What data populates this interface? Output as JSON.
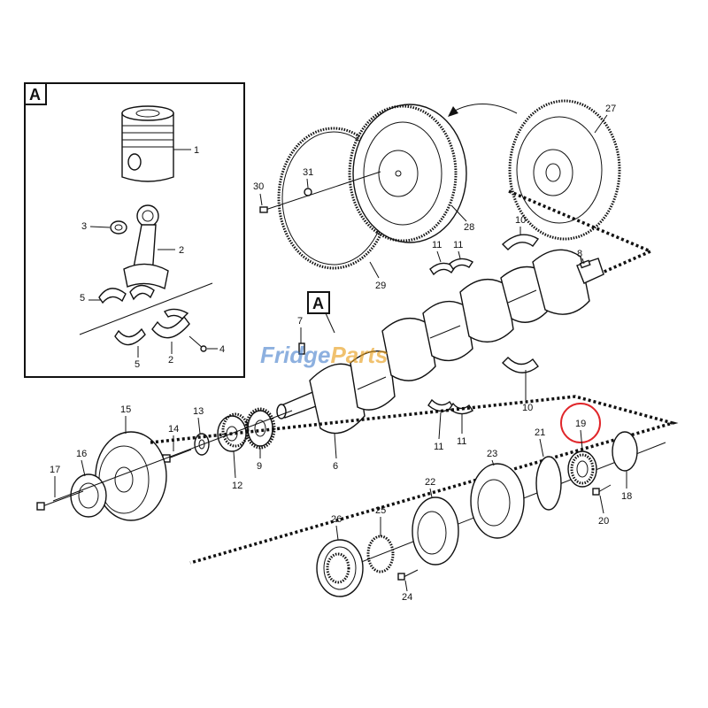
{
  "inset": {
    "label": "A"
  },
  "main_marker": {
    "label": "A"
  },
  "watermark": {
    "text_a": "Fridge",
    "text_b": "Parts",
    "color_a": "#2f6fc4",
    "color_b": "#e8a020"
  },
  "highlight": {
    "part": "19",
    "color": "#e0262a"
  },
  "callouts": {
    "c1": "1",
    "c2a": "2",
    "c2b": "2",
    "c3": "3",
    "c4": "4",
    "c5a": "5",
    "c5b": "5",
    "c6": "6",
    "c7": "7",
    "c8": "8",
    "c9": "9",
    "c10a": "10",
    "c10b": "10",
    "c11a": "11",
    "c11b": "11",
    "c11c": "11",
    "c11d": "11",
    "c12": "12",
    "c13": "13",
    "c14": "14",
    "c15": "15",
    "c16": "16",
    "c17": "17",
    "c18": "18",
    "c19": "19",
    "c20": "20",
    "c21": "21",
    "c22": "22",
    "c23": "23",
    "c24": "24",
    "c25": "25",
    "c26": "26",
    "c27": "27",
    "c28": "28",
    "c29": "29",
    "c30": "30",
    "c31": "31"
  }
}
